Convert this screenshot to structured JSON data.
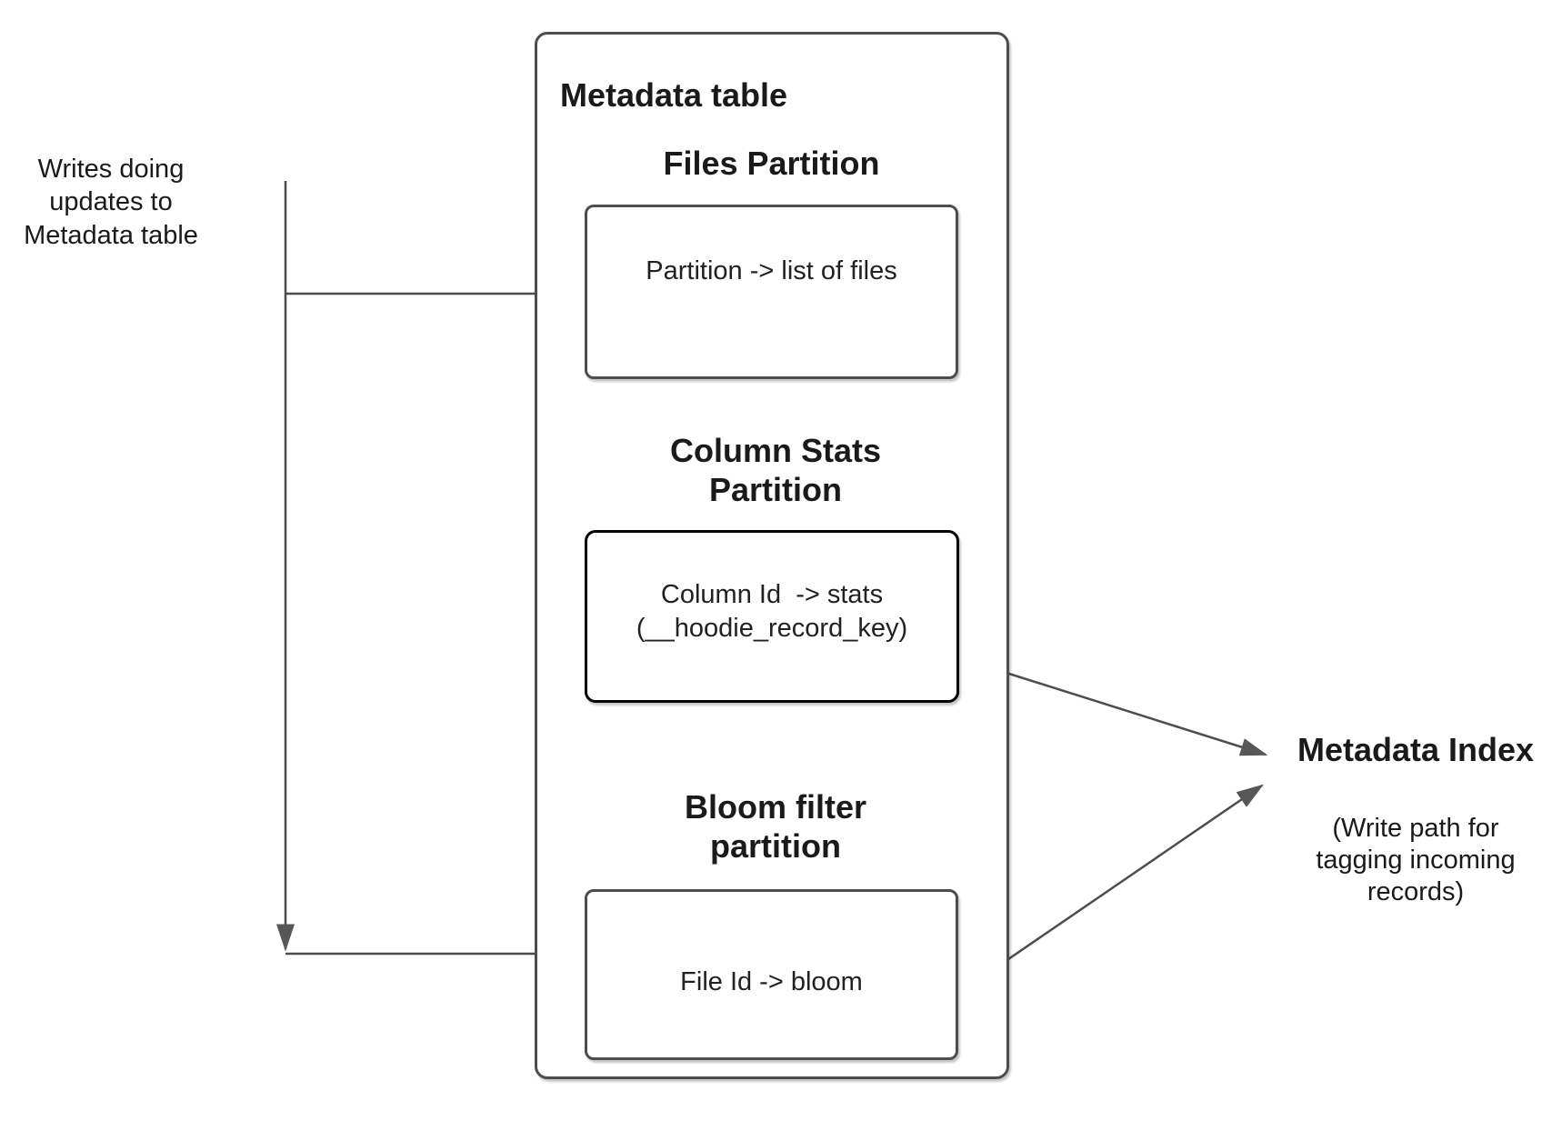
{
  "diagram": {
    "left_note": "Writes doing updates to Metadata table",
    "metadata_table": {
      "title": "Metadata table",
      "partitions": [
        {
          "heading": "Files Partition",
          "body": "Partition -> list of files"
        },
        {
          "heading": "Column Stats Partition",
          "body": "Column Id  -> stats\n(__hoodie_record_key)"
        },
        {
          "heading": "Bloom filter partition",
          "body": "File Id -> bloom"
        }
      ]
    },
    "metadata_index": {
      "title": "Metadata Index",
      "subtitle": "(Write path for tagging incoming records)"
    },
    "connectors": [
      "writes-note down-arrow into files and bloom partitions",
      "column-stats-partition to metadata-index",
      "bloom-filter-partition to metadata-index"
    ]
  },
  "colors": {
    "background": "#ffffff",
    "line": "#4d4d4d",
    "box_border": "#4d4d4d",
    "emphasis_border": "#000000",
    "text": "#1a1a1a"
  }
}
